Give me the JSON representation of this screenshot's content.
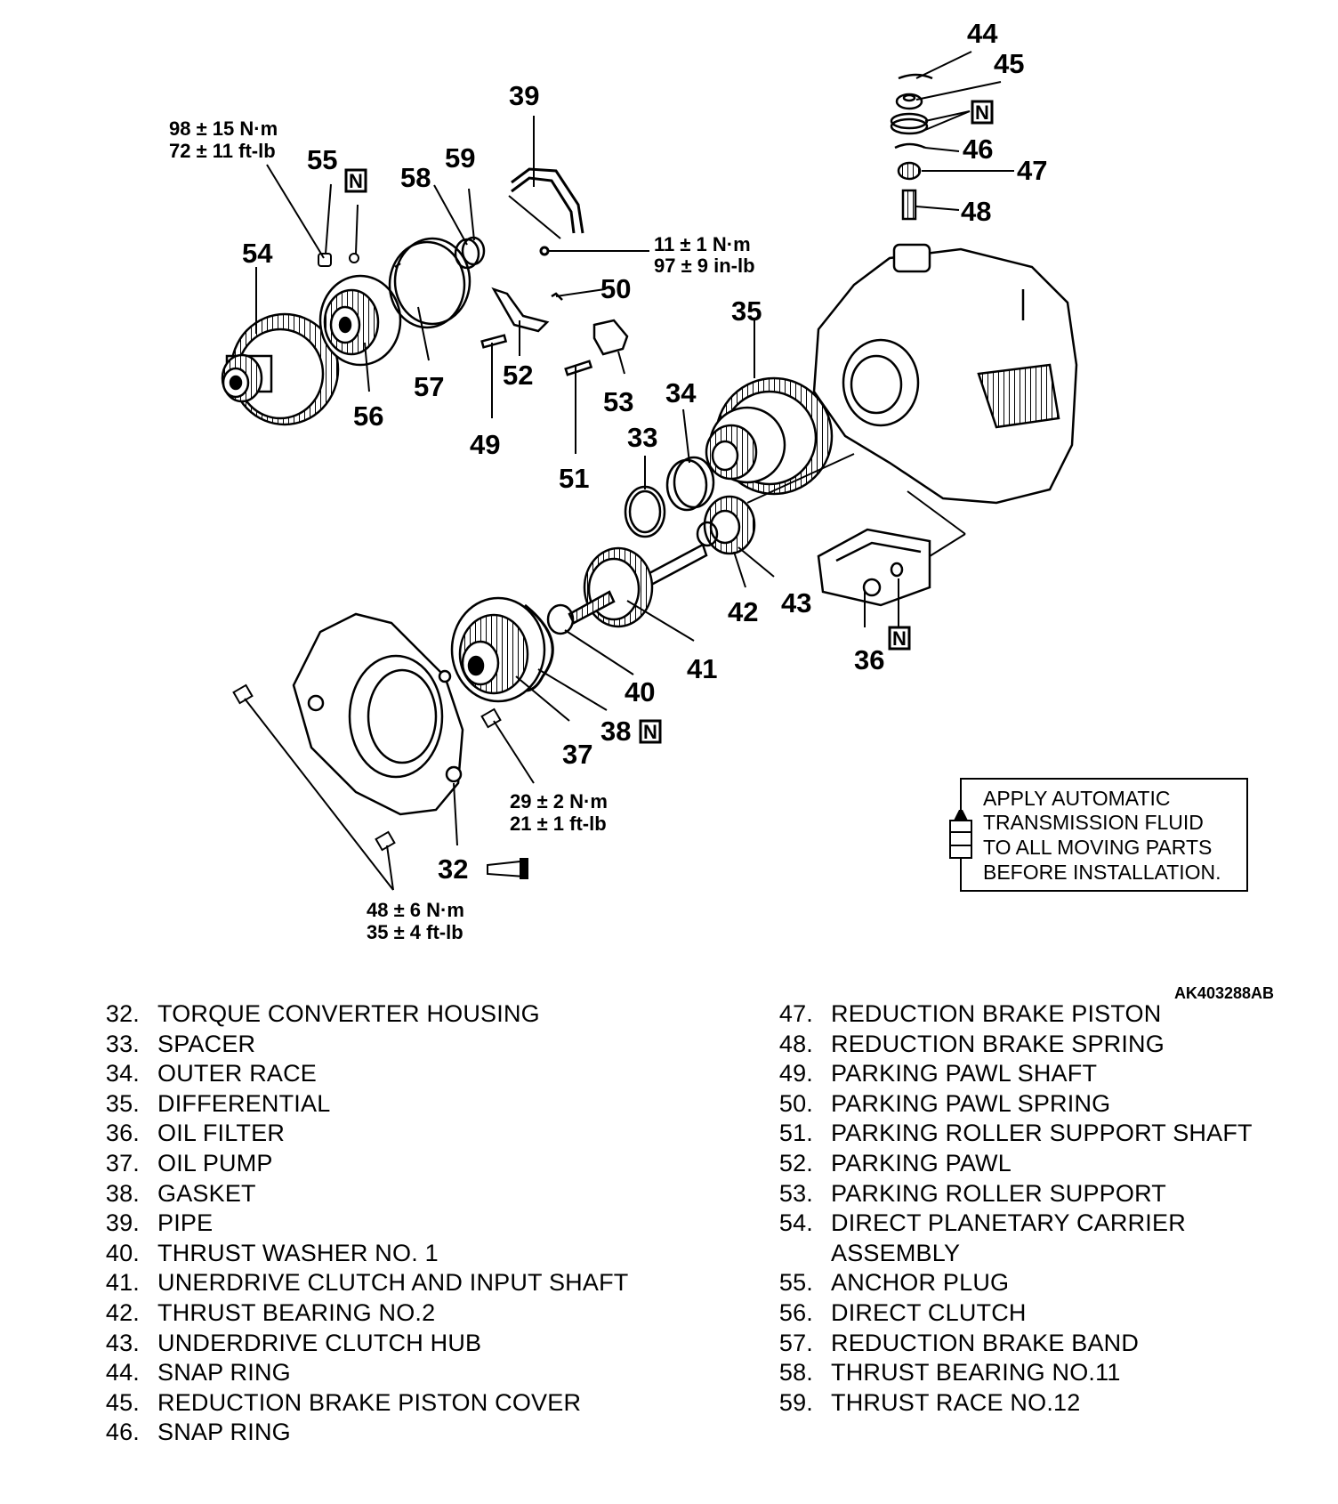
{
  "figure_id": "AK403288AB",
  "callouts": {
    "c32": "32",
    "c33": "33",
    "c34": "34",
    "c35": "35",
    "c36": "36",
    "c37": "37",
    "c38": "38",
    "c39": "39",
    "c40": "40",
    "c41": "41",
    "c42": "42",
    "c43": "43",
    "c44": "44",
    "c45": "45",
    "c46": "46",
    "c47": "47",
    "c48": "48",
    "c49": "49",
    "c50": "50",
    "c51": "51",
    "c52": "52",
    "c53": "53",
    "c54": "54",
    "c55": "55",
    "c56": "56",
    "c57": "57",
    "c58": "58",
    "c59": "59"
  },
  "new_part_mark": "N",
  "torques": {
    "t55_nm": "98 ± 15 N·m",
    "t55_ft": "72 ± 11 ft-lb",
    "t39_nm": "11 ± 1 N·m",
    "t39_in": "97 ± 9 in-lb",
    "t32a_nm": "29 ± 2 N·m",
    "t32a_ft": "21 ± 1 ft-lb",
    "t32b_nm": "48 ± 6 N·m",
    "t32b_ft": "35 ± 4 ft-lb"
  },
  "note": {
    "line1": "APPLY AUTOMATIC",
    "line2": "TRANSMISSION FLUID",
    "line3": "TO ALL MOVING PARTS",
    "line4": "BEFORE INSTALLATION."
  },
  "legend_left": [
    {
      "num": "32.",
      "text": "TORQUE CONVERTER HOUSING"
    },
    {
      "num": "33.",
      "text": "SPACER"
    },
    {
      "num": "34.",
      "text": "OUTER RACE"
    },
    {
      "num": "35.",
      "text": "DIFFERENTIAL"
    },
    {
      "num": "36.",
      "text": "OIL FILTER"
    },
    {
      "num": "37.",
      "text": "OIL PUMP"
    },
    {
      "num": "38.",
      "text": "GASKET"
    },
    {
      "num": "39.",
      "text": "PIPE"
    },
    {
      "num": "40.",
      "text": "THRUST WASHER NO. 1"
    },
    {
      "num": "41.",
      "text": "UNERDRIVE CLUTCH AND INPUT SHAFT"
    },
    {
      "num": "42.",
      "text": "THRUST BEARING NO.2"
    },
    {
      "num": "43.",
      "text": "UNDERDRIVE CLUTCH HUB"
    },
    {
      "num": "44.",
      "text": "SNAP RING"
    },
    {
      "num": "45.",
      "text": "REDUCTION BRAKE PISTON COVER"
    },
    {
      "num": "46.",
      "text": "SNAP RING"
    }
  ],
  "legend_right": [
    {
      "num": "47.",
      "text": "REDUCTION BRAKE PISTON"
    },
    {
      "num": "48.",
      "text": "REDUCTION BRAKE SPRING"
    },
    {
      "num": "49.",
      "text": "PARKING PAWL SHAFT"
    },
    {
      "num": "50.",
      "text": "PARKING PAWL SPRING"
    },
    {
      "num": "51.",
      "text": "PARKING ROLLER SUPPORT SHAFT"
    },
    {
      "num": "52.",
      "text": "PARKING PAWL"
    },
    {
      "num": "53.",
      "text": "PARKING ROLLER SUPPORT"
    },
    {
      "num": "54.",
      "text": "DIRECT PLANETARY CARRIER"
    },
    {
      "num": "",
      "text": "ASSEMBLY"
    },
    {
      "num": "55.",
      "text": "ANCHOR PLUG"
    },
    {
      "num": "56.",
      "text": "DIRECT CLUTCH"
    },
    {
      "num": "57.",
      "text": "REDUCTION BRAKE BAND"
    },
    {
      "num": "58.",
      "text": "THRUST BEARING NO.11"
    },
    {
      "num": "59.",
      "text": "THRUST RACE NO.12"
    }
  ]
}
